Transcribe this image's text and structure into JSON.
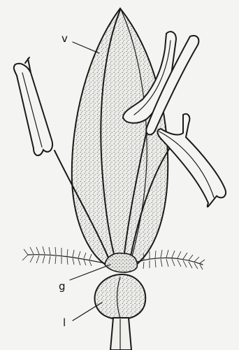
{
  "labels": {
    "v": "v",
    "g": "g",
    "l": "l"
  },
  "colors": {
    "paper": "#f4f4f2",
    "ink": "#1a1a1a"
  }
}
